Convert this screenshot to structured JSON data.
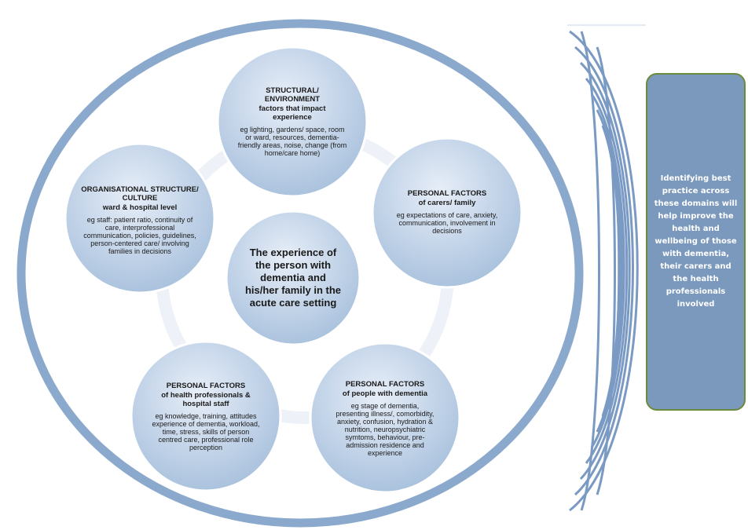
{
  "colors": {
    "outer_ring": "#8aa9cc",
    "connector_ring": "#eef2f8",
    "node_fill": "#a6bfdc",
    "node_fill_light": "#e7eef8",
    "callout_fill": "#7b98bd",
    "callout_border": "#6c8a3e",
    "ripple": "#7a9ac4"
  },
  "center": {
    "text": "The experience of the person with dementia and his/her family in the acute care setting"
  },
  "nodes": {
    "structural": {
      "title": "STRUCTURAL/ ENVIRONMENT",
      "subtitle": "factors that impact experience",
      "body": "eg lighting, gardens/ space, room or ward, resources, dementia-friendly areas, noise, change (from home/care home)"
    },
    "organisational": {
      "title": "ORGANISATIONAL STRUCTURE/ CULTURE",
      "subtitle": "ward & hospital level",
      "body": "eg staff: patient ratio, continuity of care, interprofessional communication, policies, guidelines, person-centered care/ involving families in decisions"
    },
    "carers": {
      "title": "PERSONAL FACTORS",
      "subtitle": "of carers/ family",
      "body": "eg expectations of care, anxiety, communication, involvement in decisions"
    },
    "health_professionals": {
      "title": "PERSONAL FACTORS",
      "subtitle": "of health professionals & hospital staff",
      "body": "eg knowledge, training, attitudes experience of dementia, workload, time, stress, skills of person centred care, professional role perception"
    },
    "people_with_dementia": {
      "title": "PERSONAL FACTORS",
      "subtitle": "of people with dementia",
      "body": "eg stage of dementia, presenting illness/, comorbidity, anxiety, confusion, hydration & nutrition, neuropsychiatric symtoms, behaviour, pre-admission residence and experience"
    }
  },
  "callout": {
    "text": "Identifying best practice across these domains will help improve the health and wellbeing of those with dementia, their carers and the health professionals involved"
  }
}
